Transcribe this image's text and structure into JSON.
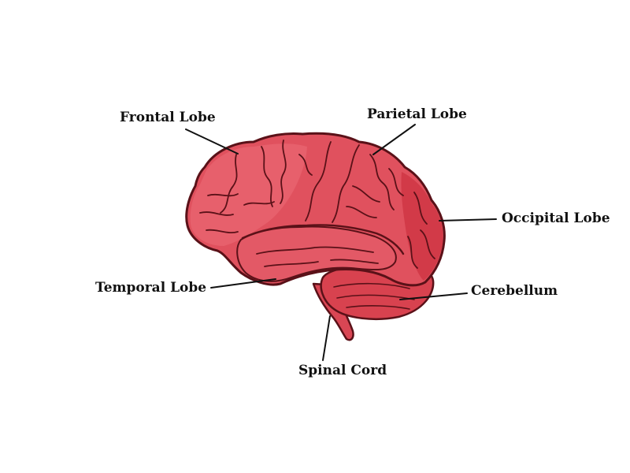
{
  "diagram": {
    "labels": {
      "frontal": "Frontal Lobe",
      "parietal": "Parietal Lobe",
      "occipital": "Occipital Lobe",
      "temporal": "Temporal Lobe",
      "cerebellum": "Cerebellum",
      "spinal": "Spinal Cord"
    },
    "colors": {
      "brain_fill": "#e0515e",
      "brain_light": "#ea6672",
      "brain_dark": "#cf3644",
      "outline": "#5a1118",
      "leader": "#111111"
    }
  }
}
